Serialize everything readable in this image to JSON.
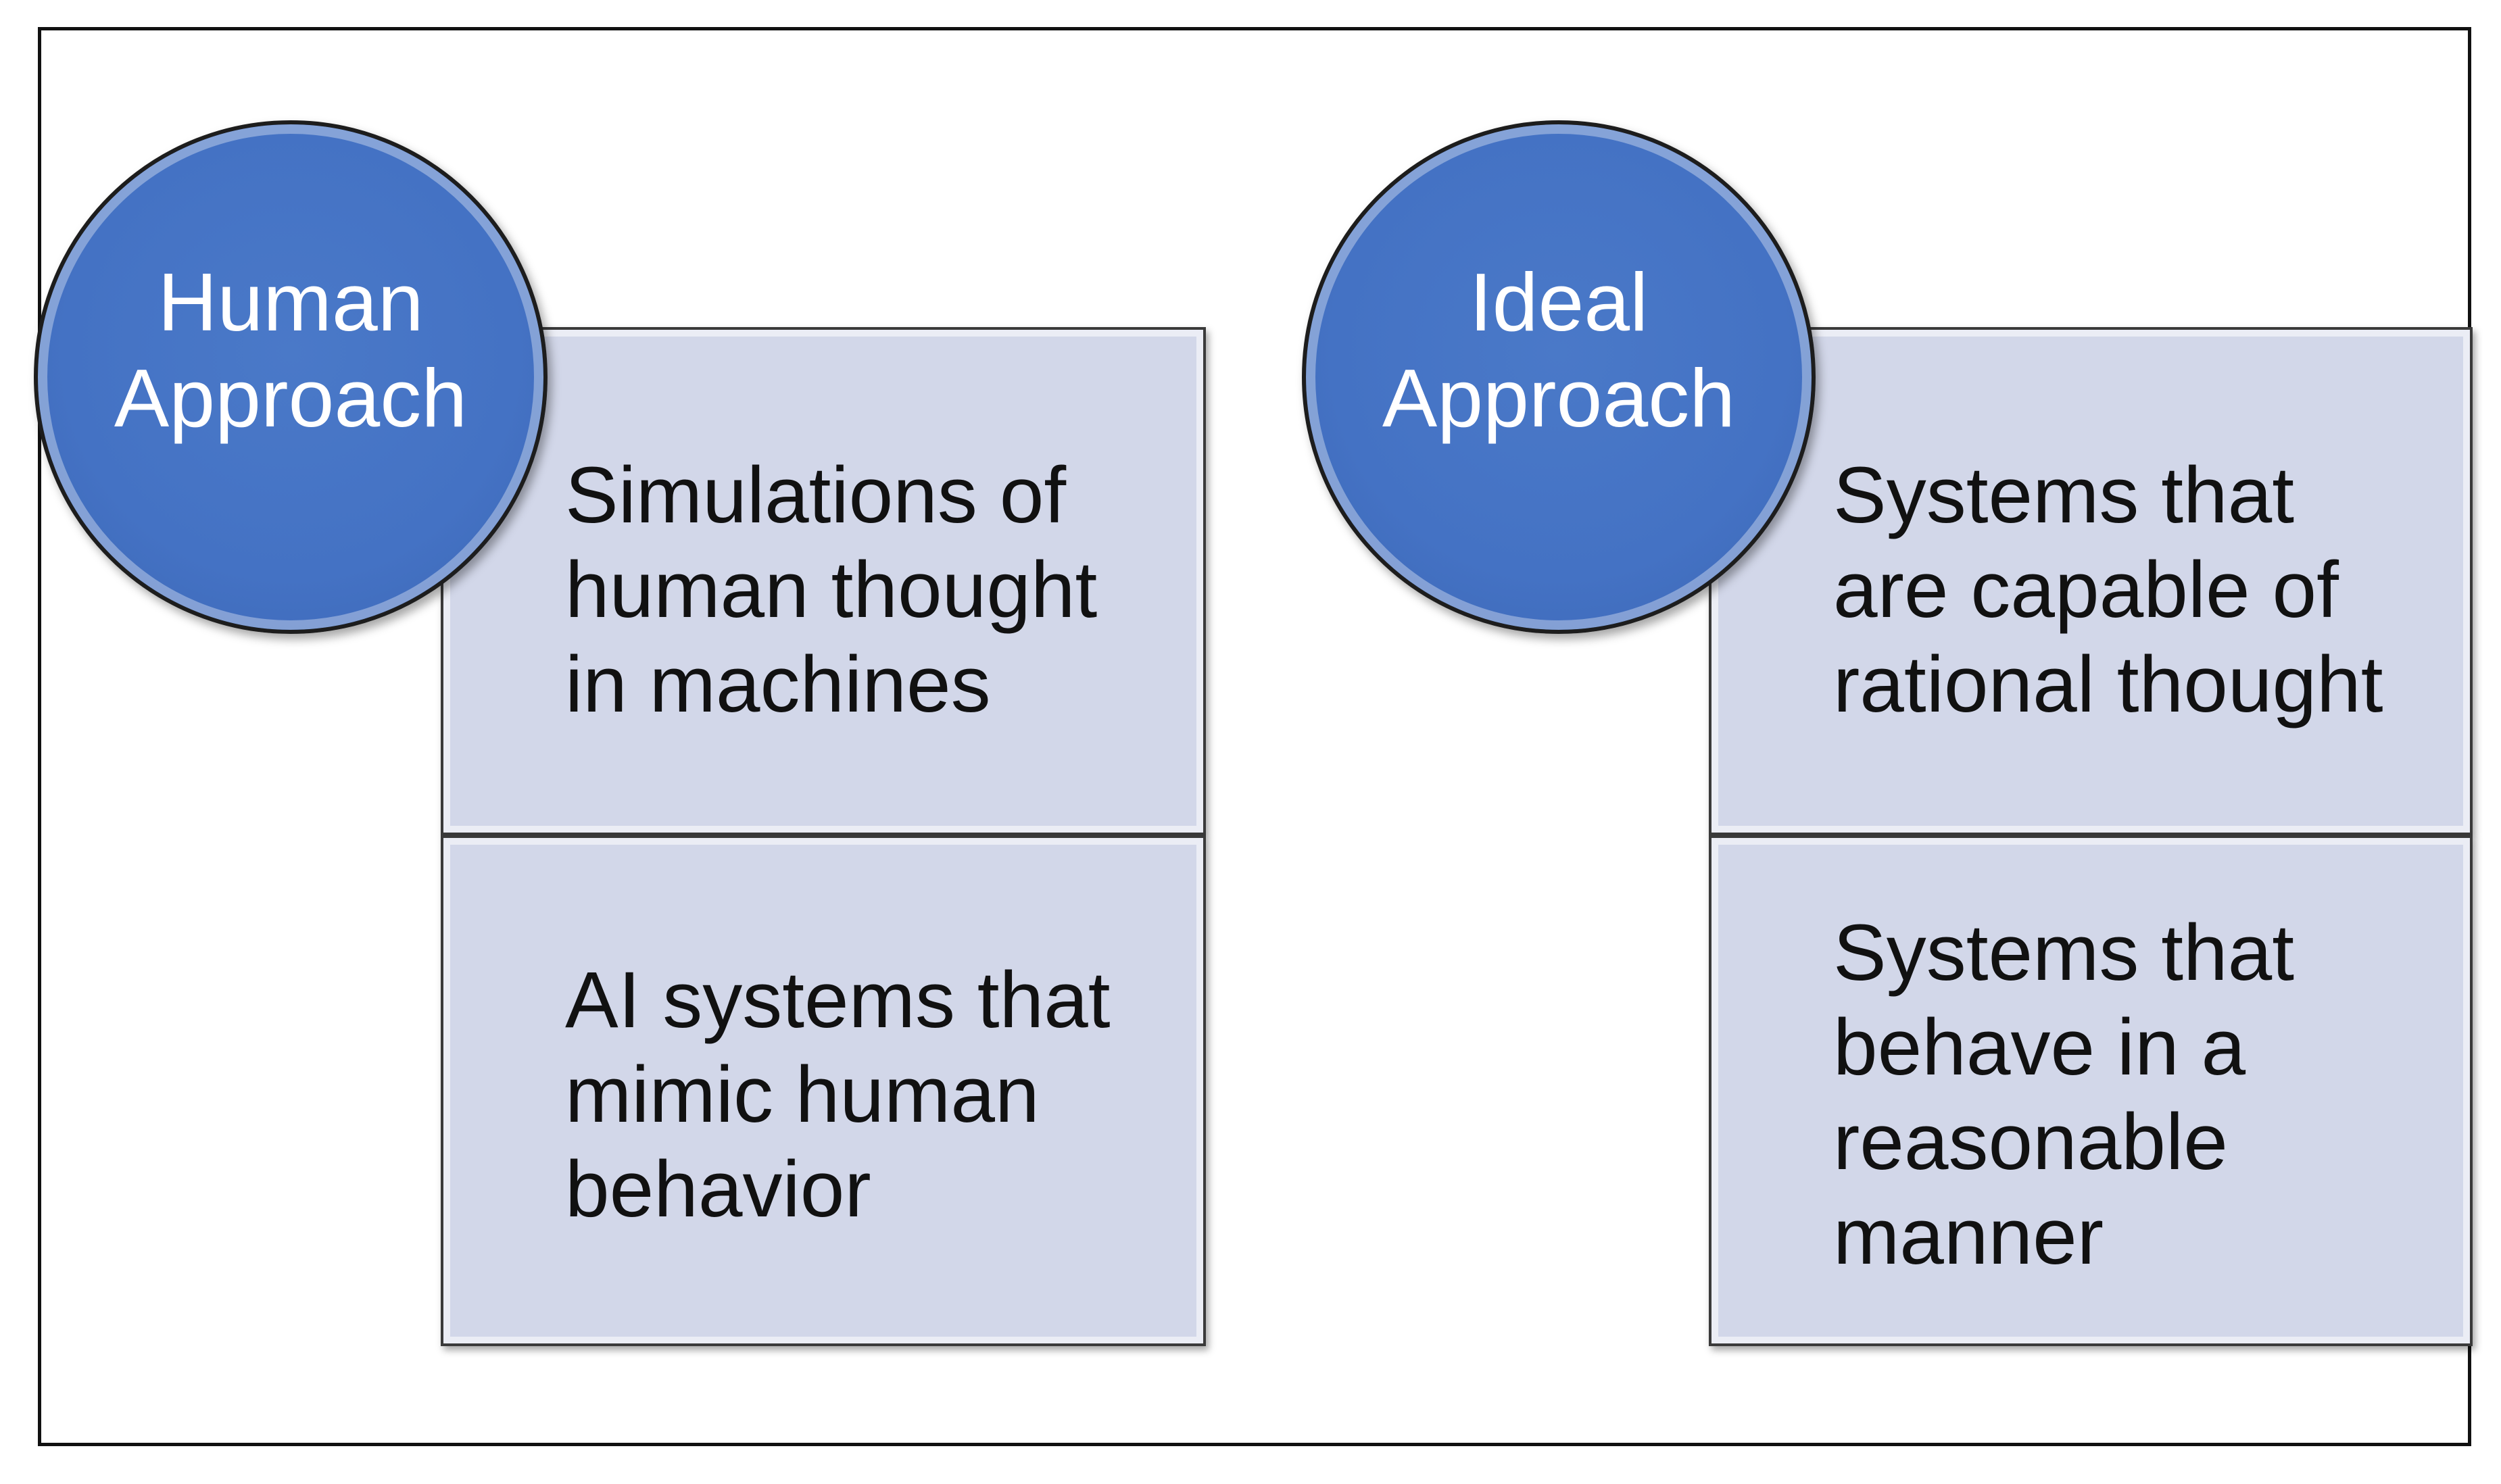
{
  "left_group": {
    "circle_label": "Human\nApproach",
    "panels": [
      "Simulations of\nhuman thought\nin machines",
      "AI systems that\nmimic human\nbehavior"
    ]
  },
  "right_group": {
    "circle_label": "Ideal\nApproach",
    "panels": [
      "Systems that\nare capable of\nrational thought",
      "Systems that\nbehave in a\nreasonable\nmanner"
    ]
  },
  "colors": {
    "circle_fill": "#4472c4",
    "panel_fill": "#d2d7e9",
    "border": "#111111"
  }
}
